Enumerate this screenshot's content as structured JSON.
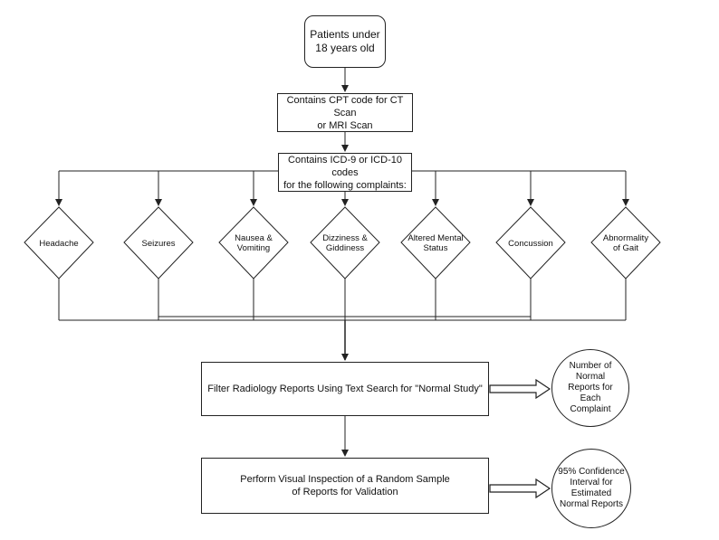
{
  "start": {
    "text": "Patients under\n18 years old"
  },
  "cpt": {
    "text": "Contains CPT code for CT Scan\nor MRI Scan"
  },
  "icd": {
    "text": "Contains ICD-9 or ICD-10 codes\nfor the following complaints:"
  },
  "complaints": [
    {
      "text": "Headache"
    },
    {
      "text": "Seizures"
    },
    {
      "text": "Nausea &\nVomiting"
    },
    {
      "text": "Dizziness &\nGiddiness"
    },
    {
      "text": "Altered Mental\nStatus"
    },
    {
      "text": "Concussion"
    },
    {
      "text": "Abnormality\nof Gait"
    }
  ],
  "filter": {
    "text": "Filter Radiology Reports Using Text Search for \"Normal Study\""
  },
  "normal_count": {
    "text": "Number of Normal\nReports for Each\nComplaint"
  },
  "inspect": {
    "text": "Perform Visual Inspection of a Random Sample\nof Reports for Validation"
  },
  "confidence": {
    "text": "95% Confidence\nInterval for\nEstimated\nNormal Reports"
  }
}
